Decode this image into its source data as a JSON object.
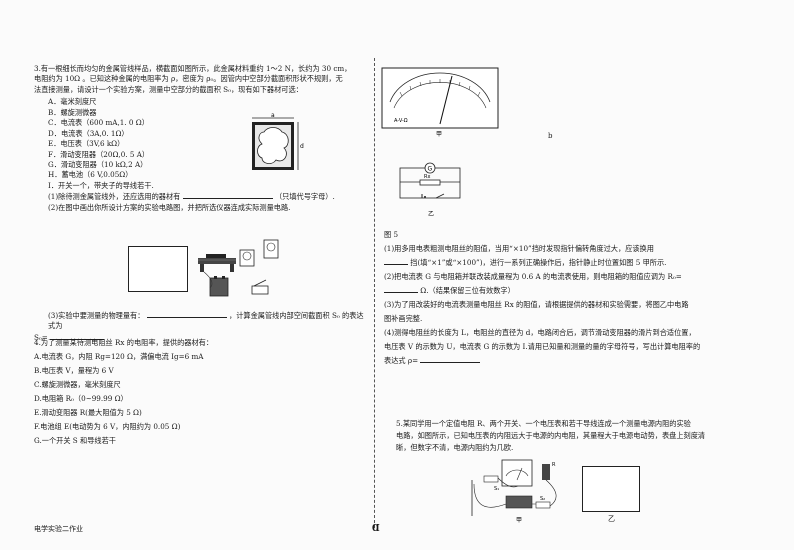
{
  "left": {
    "q3": {
      "stem_1": "3.有一根细长而均匀的金属管线样品，横截面如图所示，此金属材料重约 1～2 N，长约为 30 cm，",
      "stem_2": "电阻约为 10Ω 。已知这种金属的电阻率为 ρ，密度为 ρ₀。因管内中空部分截面积形状不规则，无",
      "stem_3": "法直接测量，请设计一个实验方案，测量中空部分的截面积 S₀，现有如下器材可选：",
      "options": [
        "A．毫米刻度尺",
        "B．螺旋测微器",
        "C．电流表（600 mA,1. 0 Ω）",
        "D．电流表（3A,0. 1Ω）",
        "E．电压表（3V,6 kΩ）",
        "F．滑动变阻器（20Ω,0. 5 A）",
        "G．滑动变阻器（10 kΩ,2 A）",
        "H．蓄电池（6 V,0.05Ω）",
        "I．开关一个，带夹子的导线若干."
      ],
      "part1_a": "(1)除待测金属管线外，还应选用的器材有",
      "part1_b": "（只填代号字母）.",
      "part2": "(2)在图中画出你所设计方案的实验电路图，并把所选仪器连成实际测量电路.",
      "part3_a": "(3)实验中要测量的物理量有：",
      "part3_b": "，计算金属管线内部空间截面积 S₀ 的表达式为",
      "part3_c": "S₀="
    },
    "q4": {
      "stem": "4.为了测量某待测电阻丝 Rx 的电阻率，提供的器材有：",
      "items": [
        "A.电流表 G，内阻 Rg=120 Ω，满偏电流 Ig=6 mA",
        "B.电压表 V，量程为 6 V",
        "C.螺旋测微器，毫米刻度尺",
        "D.电阻箱 R₀（0~99.99 Ω）",
        "E.滑动变阻器 R(最大阻值为 5 Ω)",
        "F.电池组 E(电动势为 6 V，内阻约为 0.05 Ω)",
        "G.一个开关 S 和导线若干"
      ]
    }
  },
  "right": {
    "fig_jia": "甲",
    "fig_yi": "乙",
    "fig_b": "b",
    "meter_label": "A-V-Ω",
    "fig5": "图 5",
    "p1_a": "(1)用多用电表粗测电阻丝的阻值，当用“×10”挡时发现指针偏转角度过大，应该换用",
    "p1_b": "挡(填“×1”或“×100”)，进行一系列正确操作后，指针静止时位置如图 5 甲所示.",
    "p2_a": "(2)把电流表 G 与电阻箱并联改装成量程为 0.6 A 的电流表使用，则电阻箱的阻值应调为 R₀=",
    "p2_b": "Ω.（结果保留三位有效数字）",
    "p3_a": "(3)为了用改装好的电流表测量电阻丝 Rx 的阻值，请根据提供的器材和实验需要，将图乙中电路",
    "p3_b": "图补画完整.",
    "p4_a": "(4)测得电阻丝的长度为 L，电阻丝的直径为 d，电路闭合后，调节滑动变阻器的滑片到合适位置，",
    "p4_b": "电压表 V 的示数为 U，电流表 G 的示数为 I.请用已知量和测量的量的字母符号，写出计算电阻率的",
    "p4_c": "表达式 ρ=",
    "q5_a": "5.某同学用一个定值电阻 R、两个开关、一个电压表和若干导线连成一个测量电源内阻的实验",
    "q5_b": "电路，如图所示，已知电压表的内阻远大于电源的内电阻，其量程大于电源电动势，表盘上刻度清",
    "q5_c": "晰，但数字不清，电源内阻约为几欧.",
    "q5_fig_jia": "甲",
    "q5_fig_yi": "乙",
    "q5_R": "R",
    "q5_S1": "S₁",
    "q5_S2": "S₂"
  },
  "footer": {
    "left_text": "电学实验二作业",
    "page_mark": "Ɑ"
  },
  "fig_labels": {
    "a": "a",
    "d": "d",
    "G": "G",
    "Rx": "Rx"
  }
}
